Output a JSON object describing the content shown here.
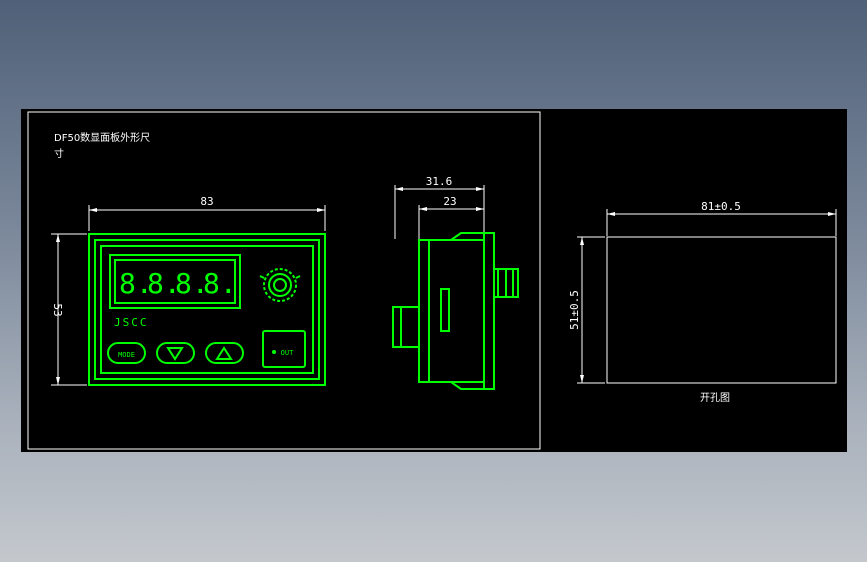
{
  "title_line1": "DF50数显面板外形尺",
  "title_line2": "寸",
  "front_view": {
    "width_dim": "83",
    "height_dim": "53",
    "display_digits": [
      "8.",
      "8.",
      "8.",
      "8."
    ],
    "brand": "JSCC",
    "btn_mode": "MODE",
    "btn_out": "OUT"
  },
  "side_view": {
    "depth_total": "31.6",
    "depth_body": "23"
  },
  "cutout_view": {
    "width_dim": "81±0.5",
    "height_dim": "51±0.5",
    "caption": "开孔图"
  },
  "colors": {
    "background_top": "#4f6078",
    "drawing_bg": "#000000",
    "outline_green": "#00ff00",
    "dimension_white": "#ffffff"
  }
}
